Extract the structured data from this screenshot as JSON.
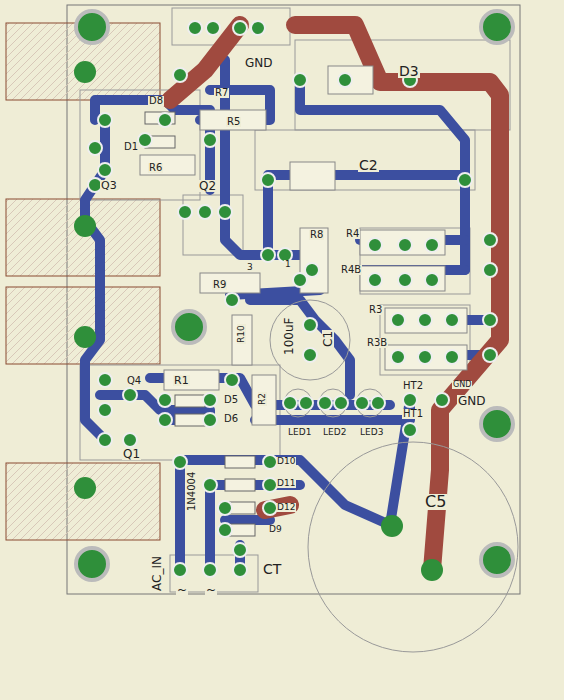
{
  "diagram": {
    "labels": [
      "GND",
      "R7",
      "D3",
      "D8",
      "R5",
      "D1",
      "R6",
      "C2",
      "Q2",
      "Q3",
      "R8",
      "R4",
      "R4B",
      "R9",
      "3",
      "1",
      "R3",
      "R3B",
      "R10",
      "100uF",
      "C1",
      "Q4",
      "R1",
      "D5",
      "D6",
      "R2",
      "Q1",
      "LED1",
      "LED2",
      "LED3",
      "HT2",
      "HT1",
      "GND",
      "GND",
      "C5",
      "D10",
      "D11",
      "D12",
      "D9",
      "1N4004",
      "AC_IN",
      "CT",
      "~",
      "~"
    ]
  }
}
